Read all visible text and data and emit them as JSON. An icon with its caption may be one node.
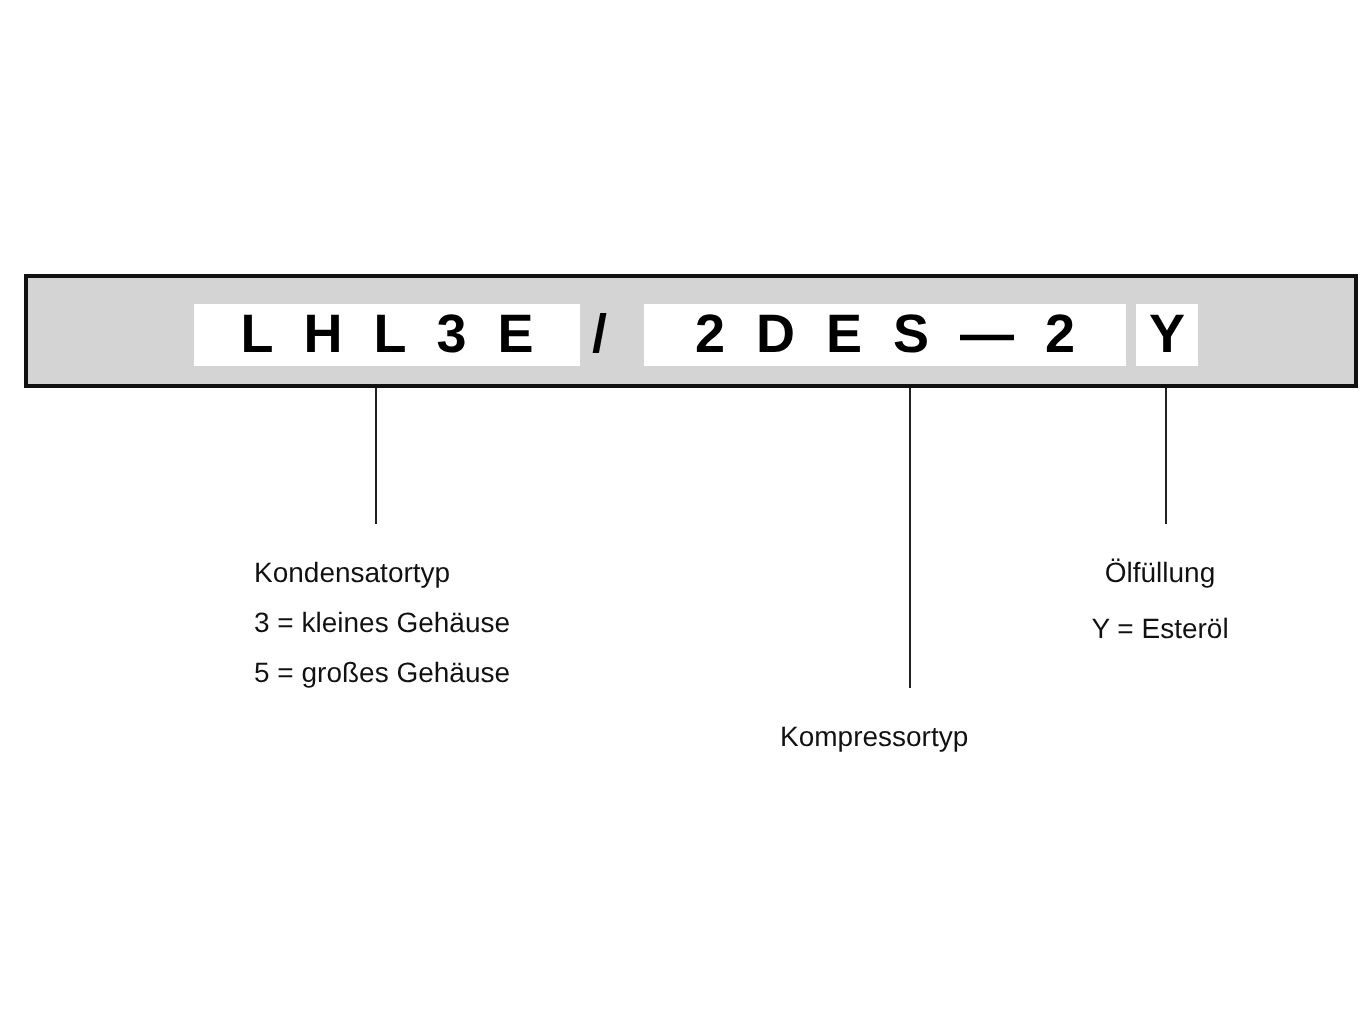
{
  "diagram": {
    "nodes": [
      {
        "text": [
          "/"
        ]
      },
      {
        "text": [
          "L H L 3 E"
        ],
        "in": 0
      },
      {
        "text": [
          "2 D E S — 2"
        ],
        "in": 0
      },
      {
        "text": [
          "Y"
        ],
        "in": 0
      },
      {
        "text": [
          "Kondensatortyp",
          "3 = kleines Gehäuse",
          "5 = großes Gehäuse"
        ]
      },
      {
        "text": [
          "Kompressortyp"
        ]
      },
      {
        "text": [
          "Ölfüllung",
          "Y = Esteröl"
        ]
      }
    ],
    "edges": [
      {
        "from": 4,
        "to": 1,
        "arrow": "none"
      },
      {
        "from": 5,
        "to": 2,
        "arrow": "none"
      },
      {
        "from": 6,
        "to": 3,
        "arrow": "none"
      }
    ]
  }
}
